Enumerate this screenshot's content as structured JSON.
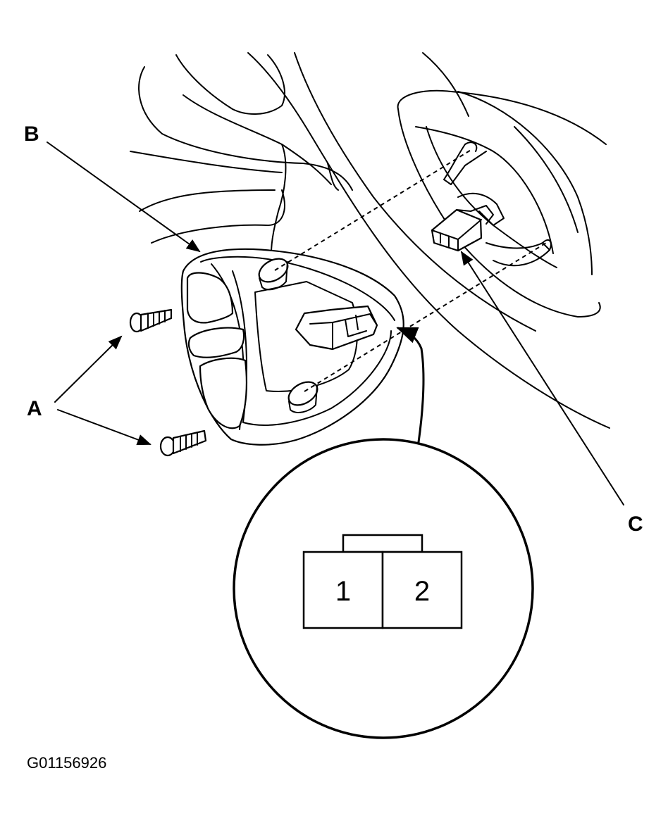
{
  "labels": {
    "a": "A",
    "b": "B",
    "c": "C"
  },
  "connector_pins": {
    "pin1": "1",
    "pin2": "2"
  },
  "figure_code": "G01156926"
}
